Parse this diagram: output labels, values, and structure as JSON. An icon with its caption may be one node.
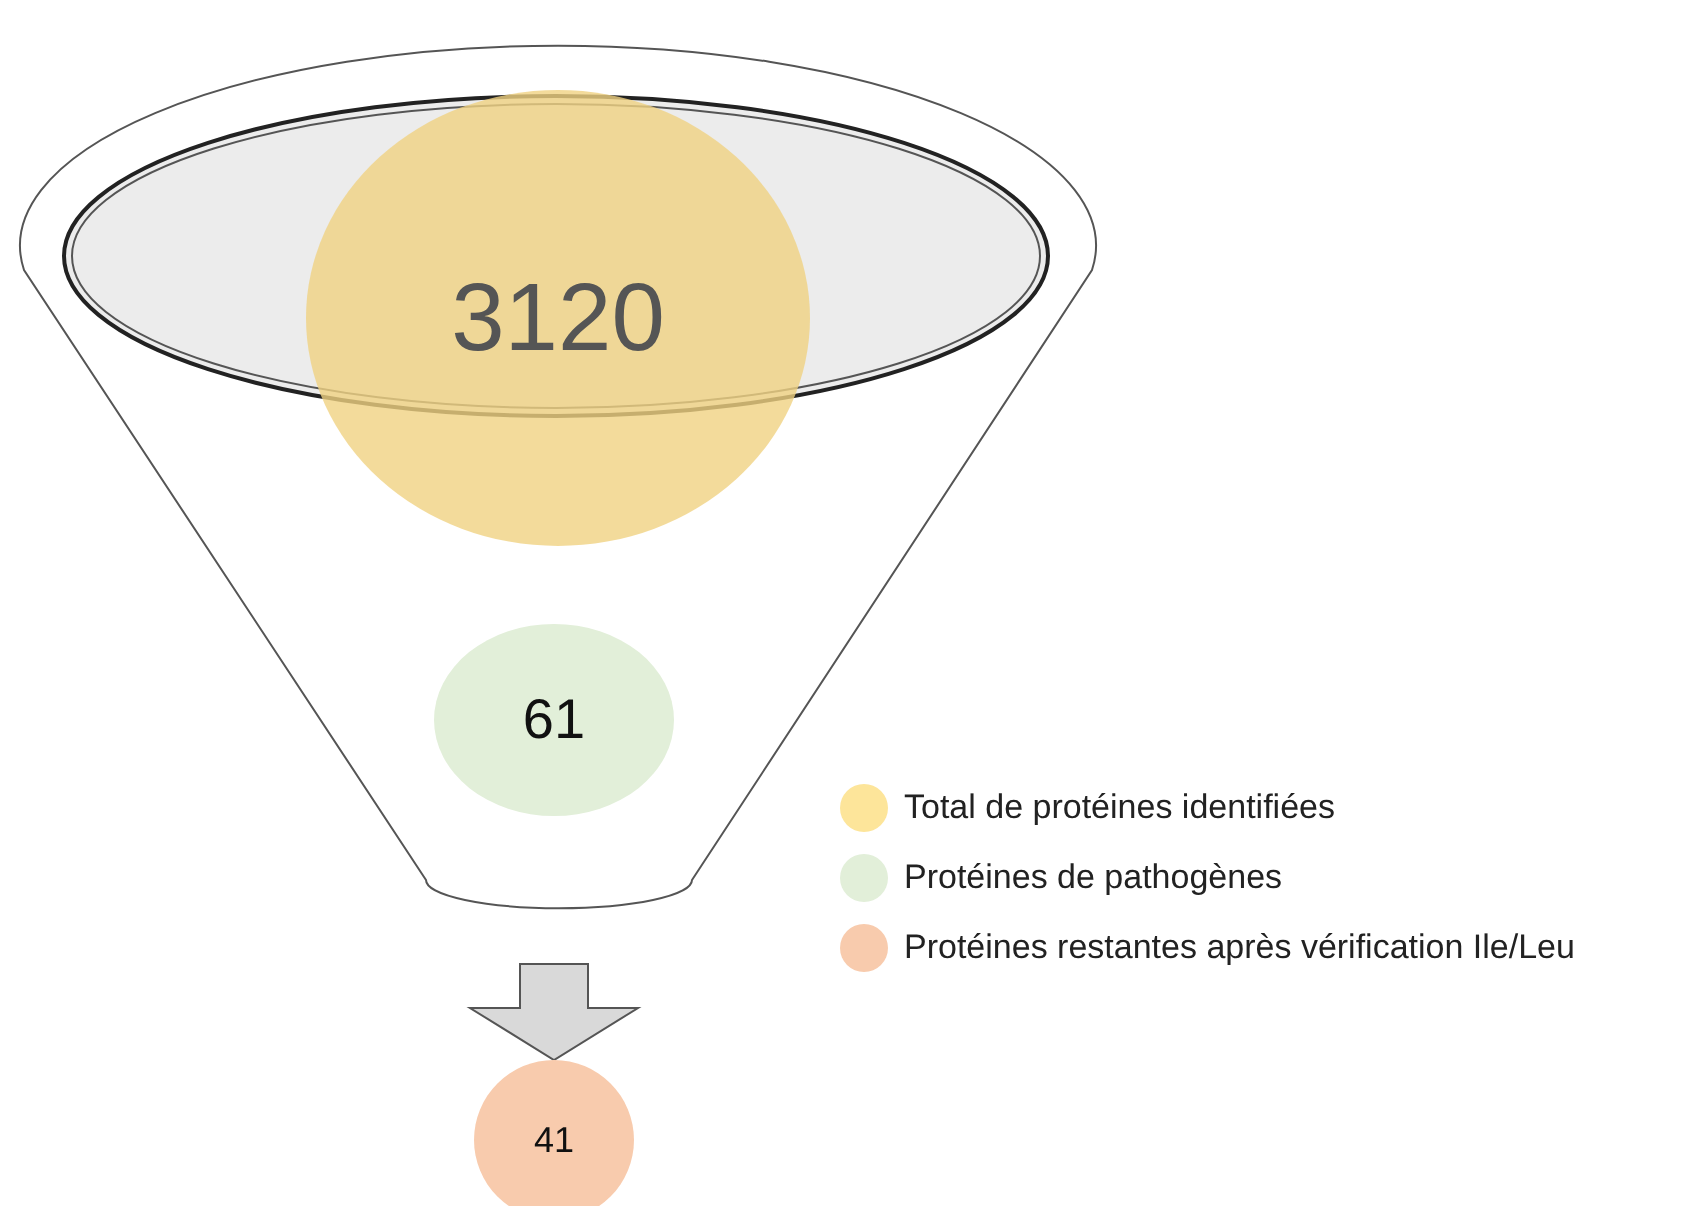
{
  "diagram": {
    "nodes": [
      {
        "text": [],
        "shape": "funnel"
      },
      {
        "text": [
          "3120"
        ],
        "in": 0
      },
      {
        "text": [
          "61"
        ],
        "in": 0
      },
      {
        "text": [
          "41"
        ]
      }
    ],
    "edges": [
      {
        "from": 0,
        "to": 3,
        "arrow": "to",
        "style": "thick"
      }
    ],
    "legend": [
      {
        "text": "Total de protéines identifiées",
        "color": "#fde59a"
      },
      {
        "text": "Protéines de pathogènes",
        "color": "#e2efd9"
      },
      {
        "text": "Protéines restantes après vérification Ile/Leu",
        "color": "#f8cbad"
      }
    ]
  }
}
